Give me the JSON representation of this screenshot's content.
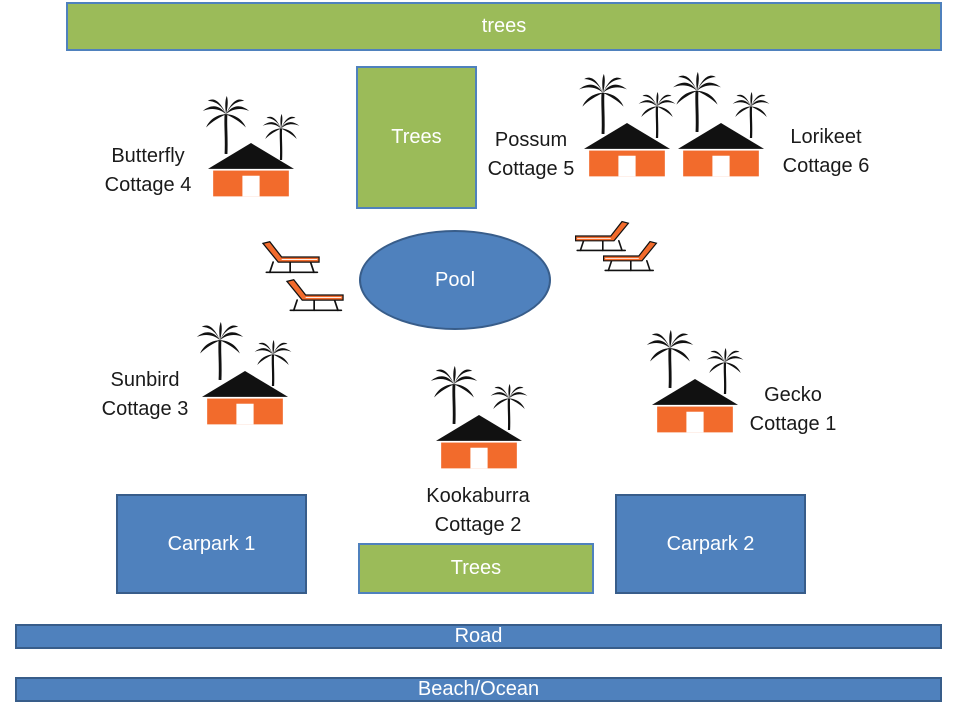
{
  "areas": {
    "top_trees": "trees",
    "center_trees": "Trees",
    "bottom_trees": "Trees",
    "pool": "Pool",
    "carpark_1": "Carpark 1",
    "carpark_2": "Carpark 2",
    "road": "Road",
    "beach": "Beach/Ocean"
  },
  "cottages": {
    "butterfly": {
      "name": "Butterfly",
      "number": "Cottage 4"
    },
    "possum": {
      "name": "Possum",
      "number": "Cottage 5"
    },
    "lorikeet": {
      "name": "Lorikeet",
      "number": "Cottage 6"
    },
    "sunbird": {
      "name": "Sunbird",
      "number": "Cottage 3"
    },
    "kookaburra": {
      "name": "Kookaburra",
      "number": "Cottage 2"
    },
    "gecko": {
      "name": "Gecko",
      "number": "Cottage 1"
    }
  },
  "colors": {
    "vegetation": "#9bbb59",
    "water_and_parking": "#4f81bd",
    "cottage_wall": "#f26b2c",
    "roof_and_palms": "#111111"
  },
  "icons": [
    "palm-tree-icon",
    "hut-icon",
    "sun-lounger-icon"
  ]
}
